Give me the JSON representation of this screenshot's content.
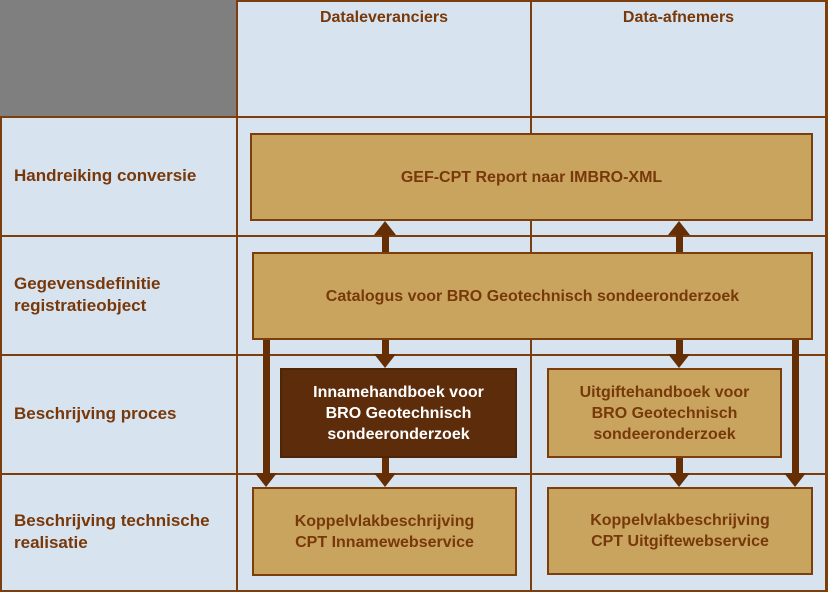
{
  "headers": {
    "dataleveranciers": "Dataleveranciers",
    "data_afnemers": "Data-afnemers"
  },
  "row_labels": [
    {
      "id": "handreiking-conversie",
      "lines": [
        "Handreiking conversie",
        "",
        ""
      ]
    },
    {
      "id": "gegevensdefinitie-registratieobject",
      "lines": [
        "Gegevensdefinitie",
        "registratieobject",
        ""
      ]
    },
    {
      "id": "beschrijving-proces",
      "lines": [
        "Beschrijving proces",
        "",
        ""
      ]
    },
    {
      "id": "beschrijving-technische-realisatie",
      "lines": [
        "Beschrijving technische",
        "realisatie",
        ""
      ]
    }
  ],
  "boxes": [
    {
      "id": "gef-cpt",
      "style": "tan",
      "lines": [
        "GEF-CPT Report naar IMBRO-XML",
        "",
        ""
      ]
    },
    {
      "id": "catalogus",
      "style": "tan",
      "lines": [
        "Catalogus voor BRO Geotechnisch sondeeronderzoek",
        "",
        ""
      ]
    },
    {
      "id": "innamehandboek",
      "style": "dark",
      "lines": [
        "Innamehandboek voor",
        "BRO Geotechnisch",
        "sondeeronderzoek"
      ]
    },
    {
      "id": "uitgiftehandboek",
      "style": "tan",
      "lines": [
        "Uitgiftehandboek voor",
        "BRO Geotechnisch",
        "sondeeronderzoek"
      ]
    },
    {
      "id": "koppelvlak-inname",
      "style": "tan",
      "lines": [
        "Koppelvlakbeschrijving",
        "CPT Innamewebservice",
        ""
      ]
    },
    {
      "id": "koppelvlak-uitgifte",
      "style": "tan",
      "lines": [
        "Koppelvlakbeschrijving",
        "CPT Uitgiftewebservice",
        ""
      ]
    }
  ],
  "arrows": [
    {
      "id": "catalogus-to-gef-left",
      "dir": "up",
      "from": "catalogus",
      "to": "gef-cpt"
    },
    {
      "id": "catalogus-to-gef-right",
      "dir": "up",
      "from": "catalogus",
      "to": "gef-cpt"
    },
    {
      "id": "catalogus-to-innamehandboek",
      "dir": "down",
      "from": "catalogus",
      "to": "innamehandboek"
    },
    {
      "id": "catalogus-to-uitgiftehandboek",
      "dir": "down",
      "from": "catalogus",
      "to": "uitgiftehandboek"
    },
    {
      "id": "catalogus-to-koppelvlak-inname",
      "dir": "down",
      "from": "catalogus",
      "to": "koppelvlak-inname"
    },
    {
      "id": "catalogus-to-koppelvlak-uitgifte",
      "dir": "down",
      "from": "catalogus",
      "to": "koppelvlak-uitgifte"
    },
    {
      "id": "innamehandboek-to-koppelvlak-inname",
      "dir": "down",
      "from": "innamehandboek",
      "to": "koppelvlak-inname"
    },
    {
      "id": "uitgiftehandboek-to-koppelvlak-uitgifte",
      "dir": "down",
      "from": "uitgiftehandboek",
      "to": "koppelvlak-uitgifte"
    }
  ],
  "colors": {
    "background_blue": "#D8E3F0",
    "grid_border": "#7C3E0C",
    "box_fill_tan": "#C9A45F",
    "box_fill_dark": "#5D2C0B",
    "arrow": "#652E05",
    "text_brown": "#77380A",
    "text_white": "#FFFFFF",
    "gray_cell": "#7F7F7F"
  }
}
